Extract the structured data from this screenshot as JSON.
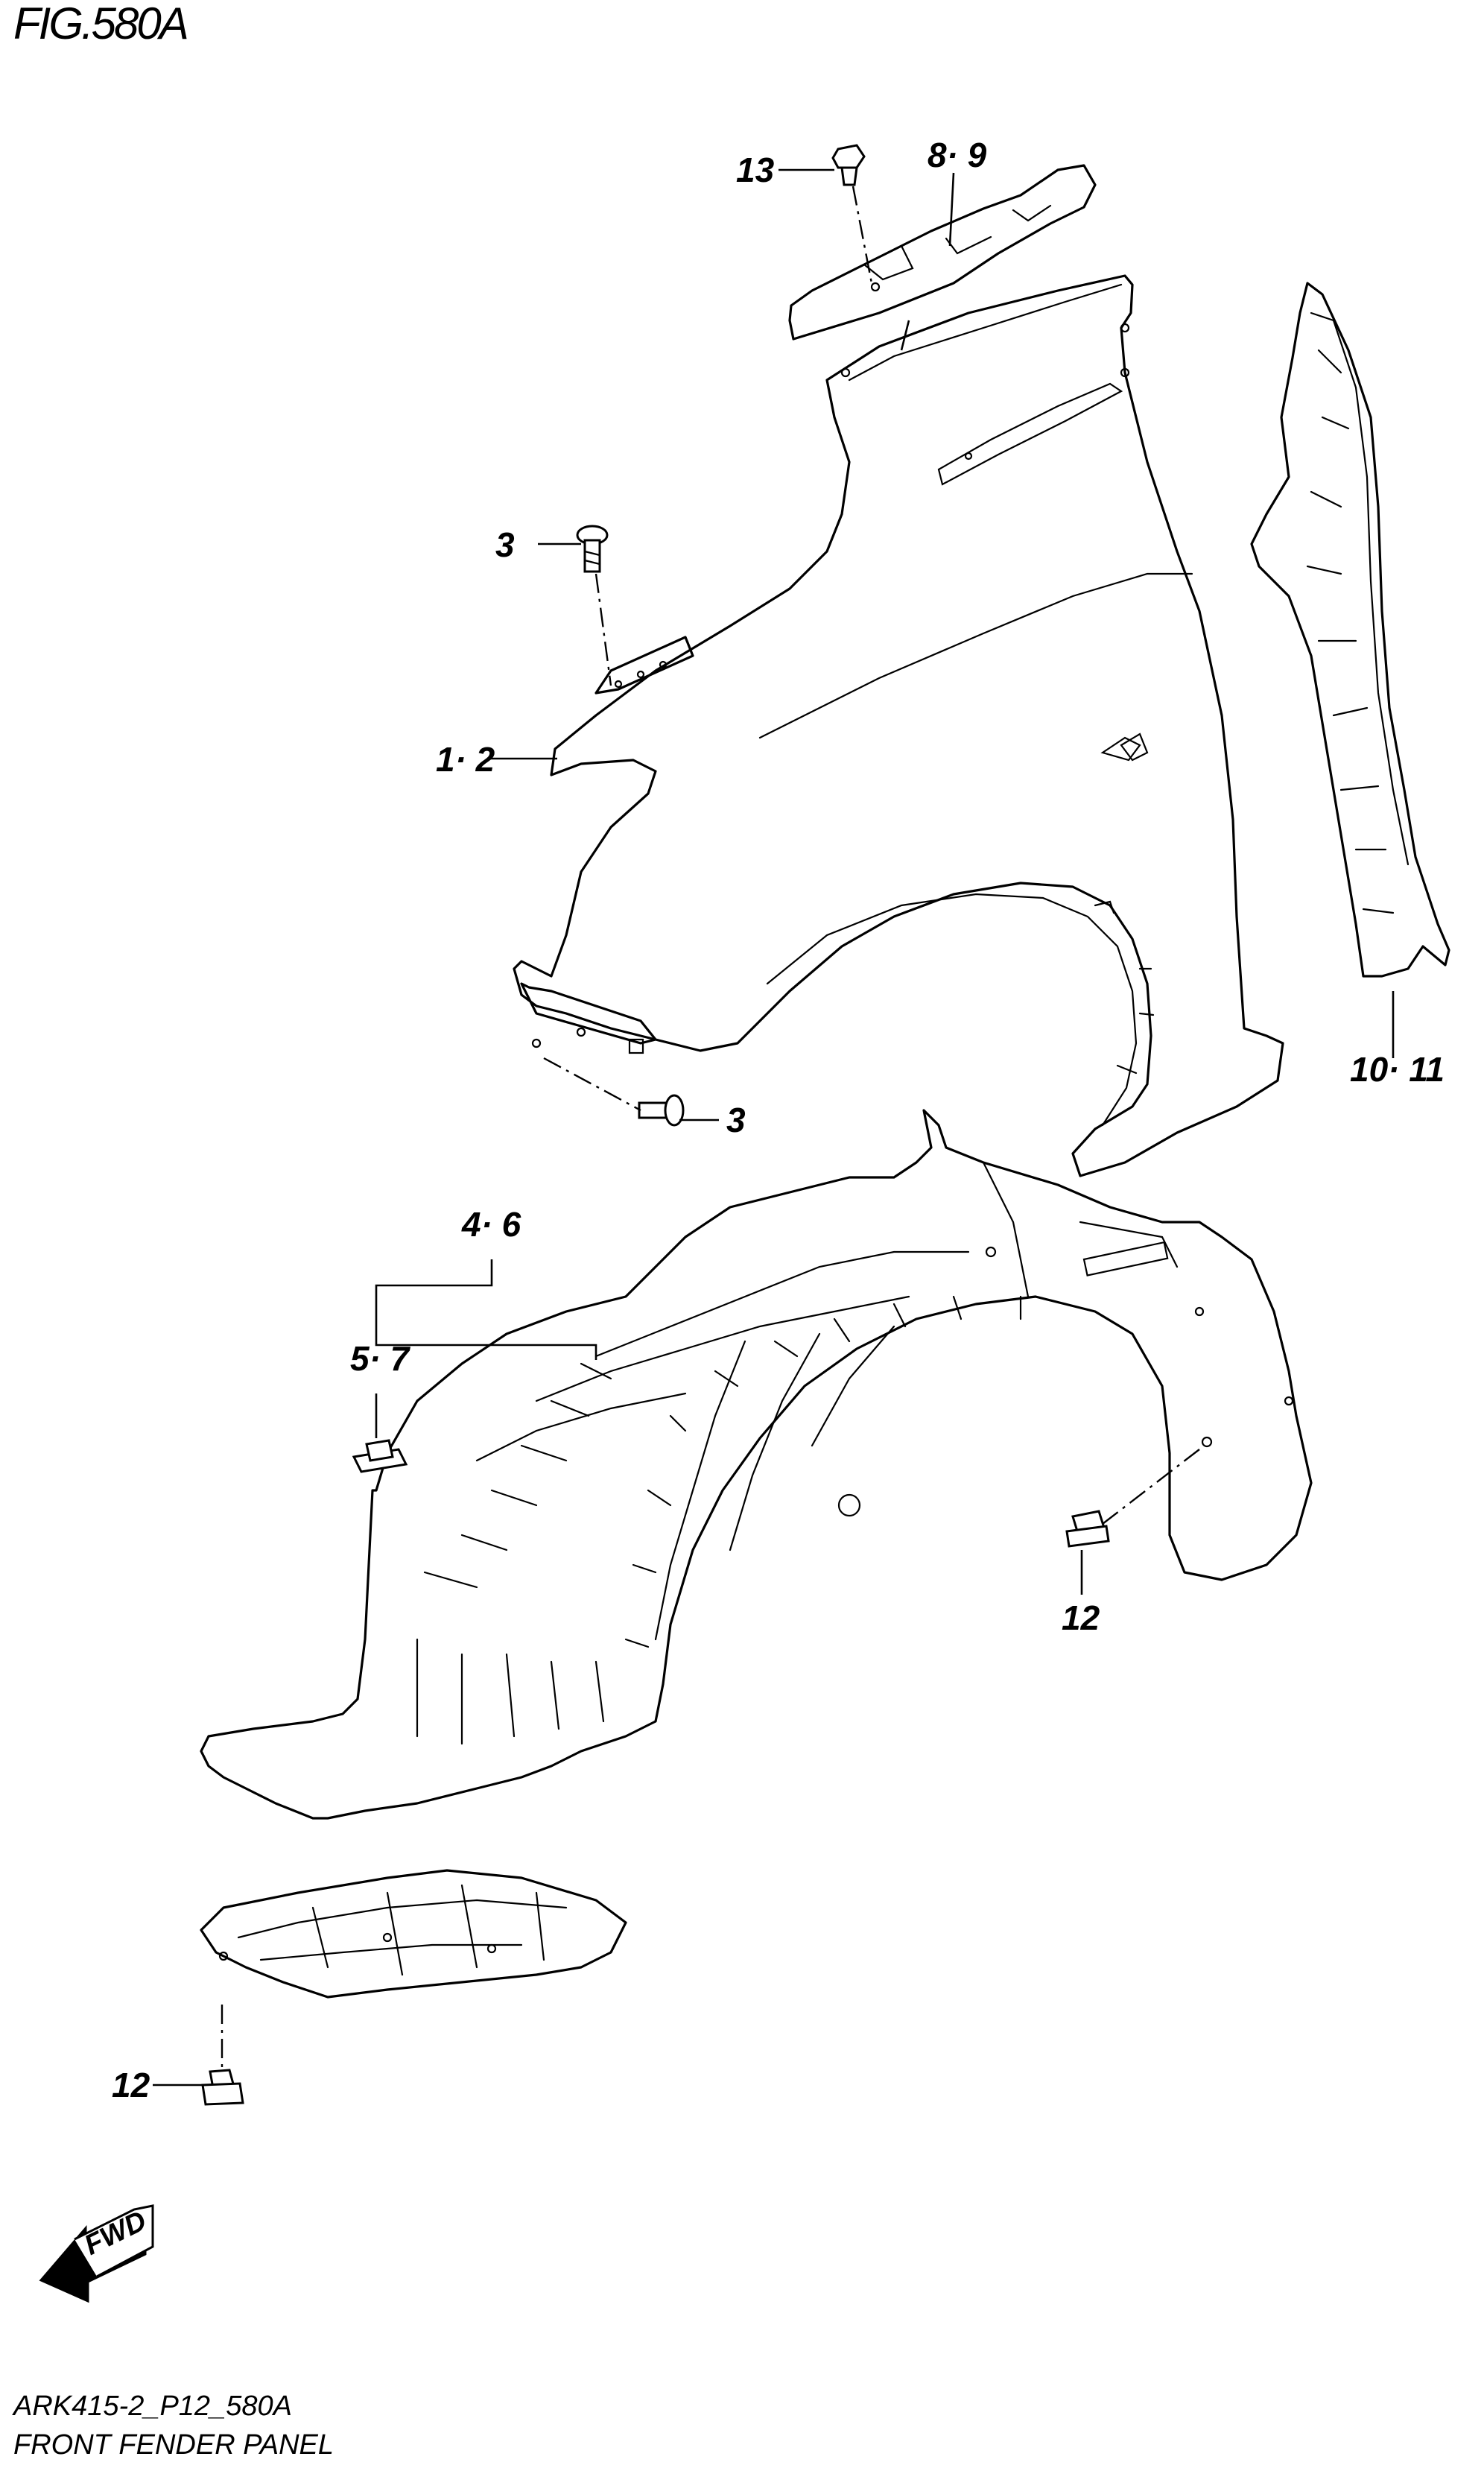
{
  "figure": {
    "title": "FIG.580A",
    "drawing_code": "ARK415-2_P12_580A",
    "caption": "FRONT FENDER PANEL"
  },
  "callouts": [
    {
      "id": "c13",
      "label": "13"
    },
    {
      "id": "c89",
      "label": "8· 9"
    },
    {
      "id": "c3a",
      "label": "3"
    },
    {
      "id": "c12a",
      "label": "1· 2"
    },
    {
      "id": "c3b",
      "label": "3"
    },
    {
      "id": "c1011",
      "label": "10· 11"
    },
    {
      "id": "c46",
      "label": "4· 6"
    },
    {
      "id": "c57",
      "label": "5· 7"
    },
    {
      "id": "c12b",
      "label": "12"
    },
    {
      "id": "c12c",
      "label": "12"
    }
  ],
  "fwd_label": "FWD"
}
